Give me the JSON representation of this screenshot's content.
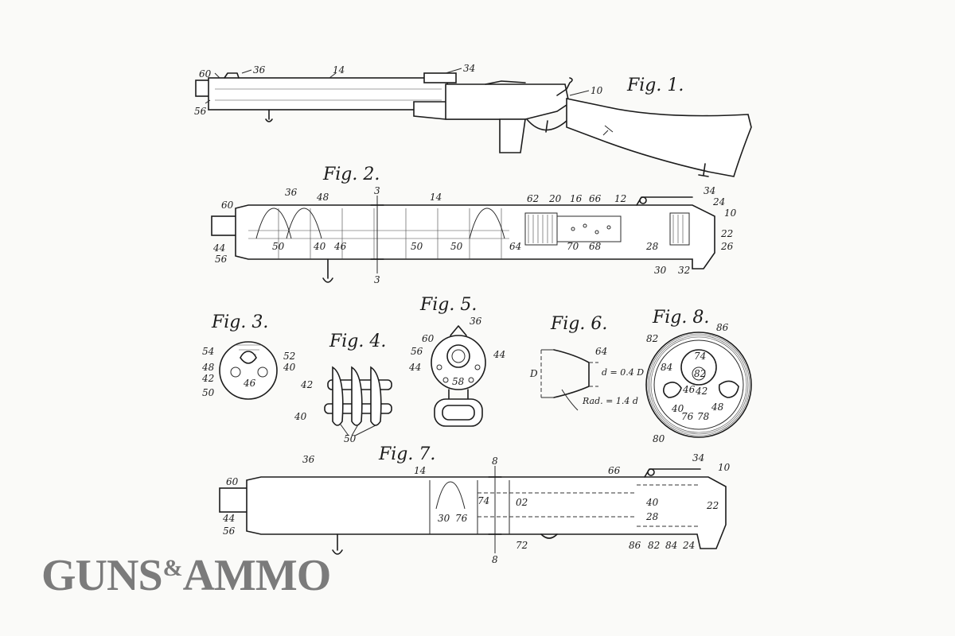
{
  "figures": {
    "fig1": {
      "label": "Fig. 1.",
      "callouts": {
        "c60": "60",
        "c36": "36",
        "c14": "14",
        "c34": "34",
        "c10": "10",
        "c56": "56"
      }
    },
    "fig2": {
      "label": "Fig. 2.",
      "callouts": {
        "c60": "60",
        "c36": "36",
        "c48": "48",
        "c3a": "3",
        "c3b": "3",
        "c14": "14",
        "c62": "62",
        "c20": "20",
        "c16": "16",
        "c66": "66",
        "c12": "12",
        "c34": "34",
        "c24": "24",
        "c10": "10",
        "c44": "44",
        "c56": "56",
        "c50a": "50",
        "c40": "40",
        "c46": "46",
        "c50b": "50",
        "c50c": "50",
        "c64": "64",
        "c70": "70",
        "c68": "68",
        "c28": "28",
        "c22": "22",
        "c26": "26",
        "c30": "30",
        "c32": "32"
      }
    },
    "fig3": {
      "label": "Fig. 3.",
      "callouts": {
        "c54": "54",
        "c52": "52",
        "c48": "48",
        "c40": "40",
        "c42": "42",
        "c46": "46",
        "c50": "50"
      }
    },
    "fig4": {
      "label": "Fig. 4.",
      "callouts": {
        "c42": "42",
        "c40": "40",
        "c50": "50"
      }
    },
    "fig5": {
      "label": "Fig. 5.",
      "callouts": {
        "c36": "36",
        "c60": "60",
        "c56": "56",
        "c44a": "44",
        "c44b": "44",
        "c58": "58"
      }
    },
    "fig6": {
      "label": "Fig. 6.",
      "callouts": {
        "c64": "64",
        "cD": "D",
        "cd": "d = 0.4 D",
        "crad": "Rad. = 1.4 d"
      }
    },
    "fig7": {
      "label": "Fig. 7.",
      "callouts": {
        "c36": "36",
        "c60": "60",
        "c14": "14",
        "c8a": "8",
        "c8b": "8",
        "c66": "66",
        "c34": "34",
        "c10": "10",
        "c44": "44",
        "c56": "56",
        "c74": "74",
        "c02": "02",
        "c30": "30",
        "c76": "76",
        "c40": "40",
        "c28": "28",
        "c22": "22",
        "c72": "72",
        "c86": "86",
        "c82": "82",
        "c84": "84",
        "c24": "24"
      }
    },
    "fig8": {
      "label": "Fig. 8.",
      "callouts": {
        "c82a": "82",
        "c86": "86",
        "c74": "74",
        "c84": "84",
        "c82b": "82",
        "c46": "46",
        "c42": "42",
        "c48": "48",
        "c40": "40",
        "c76": "76",
        "c78": "78",
        "c80": "80"
      }
    }
  },
  "logo": {
    "left": "GUNS",
    "amp": "&",
    "right": "AMMO",
    "color": "#7b7b7b"
  }
}
